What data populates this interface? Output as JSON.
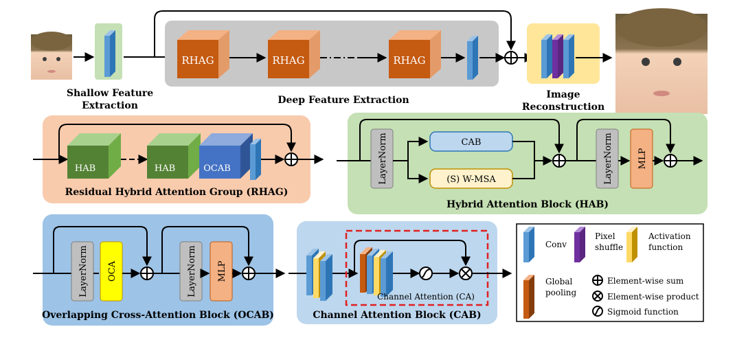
{
  "colors": {
    "orange_block": "#C55A11",
    "green_block": "#548235",
    "blue_block": "#4472C4",
    "conv": "#5B9BD5",
    "pixel_shuffle": "#7030A0",
    "activation": "#FFD966",
    "yellow_oca": "#FFFF00",
    "layernorm": "#BFBFBF",
    "mlp": "#F4B183",
    "cab_fill": "#BDD7EE",
    "wmsa_fill": "#FFF2CC",
    "panel_green": "#C5E0B4",
    "panel_gray": "#C8C8C8",
    "panel_peach": "#F8CBAD",
    "panel_blue": "#9DC3E6",
    "panel_lightblue": "#BDD7EE",
    "panel_yellow": "#FFE699",
    "ca_border": "#E02020"
  },
  "top": {
    "shallow_label": [
      "Shallow Feature",
      "Extraction"
    ],
    "deep_label": "Deep Feature Extraction",
    "recon_label": [
      "Image",
      "Reconstruction"
    ],
    "rhag_labels": [
      "RHAG",
      "RHAG",
      "RHAG"
    ]
  },
  "rhag": {
    "hab_labels": [
      "HAB",
      "HAB"
    ],
    "ocab_label": "OCAB",
    "title": "Residual Hybrid Attention Group (RHAG)"
  },
  "hab": {
    "layernorm": "LayerNorm",
    "cab": "CAB",
    "wmsa": "(S) W-MSA",
    "layernorm2": "LayerNorm",
    "mlp": "MLP",
    "title": "Hybrid Attention Block (HAB)"
  },
  "ocab": {
    "layernorm": "LayerNorm",
    "oca": "OCA",
    "layernorm2": "LayerNorm",
    "mlp": "MLP",
    "title": "Overlapping Cross-Attention Block (OCAB)"
  },
  "cab": {
    "ca_label": "Channel Attention (CA)",
    "title": "Channel Attention Block (CAB)"
  },
  "legend": {
    "conv": "Conv",
    "pixel_shuffle": [
      "Pixel",
      "shuffle"
    ],
    "activation": [
      "Activation",
      "function"
    ],
    "global_pooling": [
      "Global",
      "pooling"
    ],
    "sum": "Element-wise sum",
    "product": "Element-wise product",
    "sigmoid": "Sigmoid function"
  }
}
